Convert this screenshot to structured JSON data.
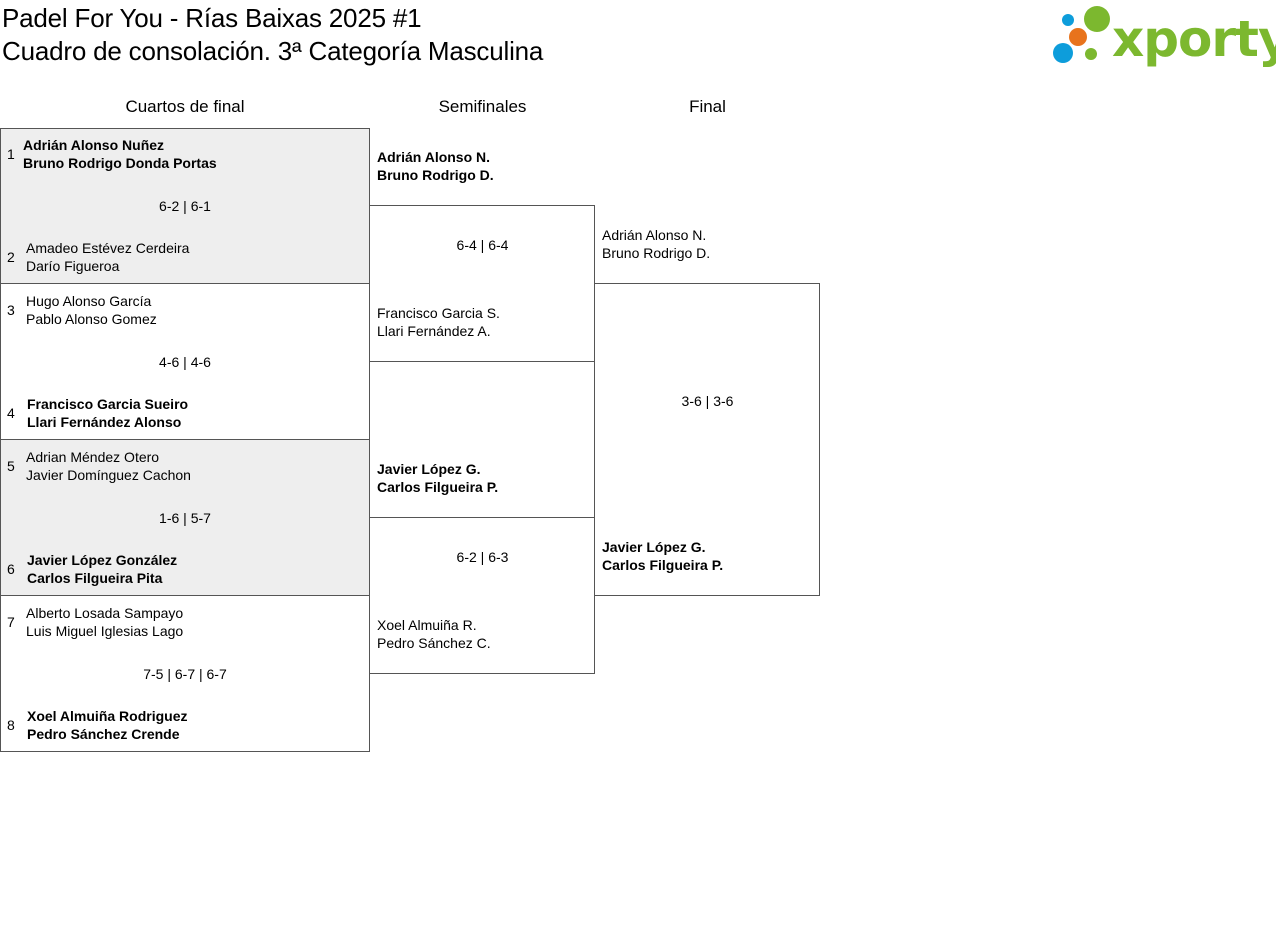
{
  "header": {
    "title_line1": "Padel For You - Rías Baixas 2025 #1",
    "title_line2": "Cuadro de consolación. 3ª Categoría Masculina"
  },
  "logo": {
    "text": "xporty",
    "colors": {
      "green": "#7cb82f",
      "blue": "#0d9ddb",
      "orange": "#e8731c"
    }
  },
  "rounds": {
    "quarterfinals": "Cuartos de final",
    "semifinals": "Semifinales",
    "final": "Final"
  },
  "quarterfinals": [
    {
      "seed_a": "1",
      "team_a": [
        "Adrián Alonso Nuñez",
        "Bruno Rodrigo Donda Portas"
      ],
      "score": "6-2 | 6-1",
      "seed_b": "2",
      "team_b": [
        "Amadeo Estévez Cerdeira",
        "Darío Figueroa"
      ],
      "winner": "a"
    },
    {
      "seed_a": "3",
      "team_a": [
        "Hugo Alonso García",
        "Pablo Alonso Gomez"
      ],
      "score": "4-6 | 4-6",
      "seed_b": "4",
      "team_b": [
        "Francisco Garcia Sueiro",
        "Llari Fernández Alonso"
      ],
      "winner": "b"
    },
    {
      "seed_a": "5",
      "team_a": [
        "Adrian Méndez Otero",
        "Javier Domínguez Cachon"
      ],
      "score": "1-6 | 5-7",
      "seed_b": "6",
      "team_b": [
        "Javier López González",
        "Carlos Filgueira Pita"
      ],
      "winner": "b"
    },
    {
      "seed_a": "7",
      "team_a": [
        "Alberto Losada Sampayo",
        "Luis Miguel Iglesias Lago"
      ],
      "score": "7-5 | 6-7 | 6-7",
      "seed_b": "8",
      "team_b": [
        "Xoel Almuiña Rodriguez",
        "Pedro Sánchez Crende"
      ],
      "winner": "b"
    }
  ],
  "semifinals": [
    {
      "team_a": [
        "Adrián Alonso N.",
        "Bruno Rodrigo D."
      ],
      "score": "6-4 | 6-4",
      "team_b": [
        "Francisco Garcia S.",
        "Llari Fernández A."
      ],
      "winner": "a"
    },
    {
      "team_a": [
        "Javier López G.",
        "Carlos Filgueira P."
      ],
      "score": "6-2 | 6-3",
      "team_b": [
        "Xoel Almuiña R.",
        "Pedro Sánchez C."
      ],
      "winner": "a"
    }
  ],
  "final": {
    "team_a": [
      "Adrián Alonso N.",
      "Bruno Rodrigo D."
    ],
    "score": "3-6 | 3-6",
    "team_b": [
      "Javier López G.",
      "Carlos Filgueira P."
    ],
    "winner": "b"
  }
}
